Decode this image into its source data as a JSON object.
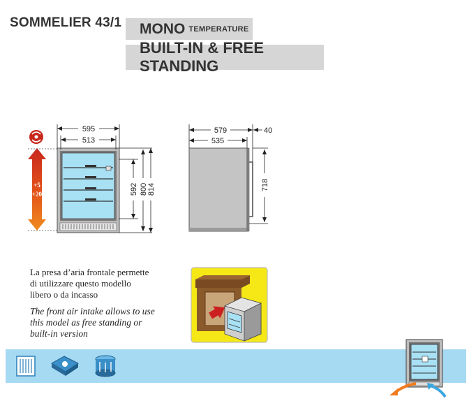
{
  "model": "SOMMELIER 43/1",
  "header": {
    "mono": "MONO",
    "temperature": "TEMPERATURE",
    "install": "BUILT-IN & FREE STANDING"
  },
  "front_view": {
    "width_outer": "595",
    "width_inner": "513",
    "height_1": "592",
    "height_2": "800",
    "height_3": "814",
    "temp_top": "+5",
    "temp_bottom": "+20"
  },
  "side_view": {
    "depth_total": "579",
    "depth_body": "535",
    "handle_depth": "40",
    "handle_height": "718"
  },
  "description": {
    "it_lines": [
      "La presa d’aria frontale permette",
      "di utilizzare questo modello",
      "libero o da incasso"
    ],
    "en_lines": [
      "The front air intake allows to use",
      "this model as free standing or",
      "built-in version"
    ]
  },
  "icons": [
    "front-grille-icon",
    "fan-icon",
    "cooling-drum-icon",
    "fridge-airflow-icon"
  ],
  "colors": {
    "header_bg": "#d6d6d6",
    "bar_bg": "#a6daf3",
    "glass": "#a8e0f4",
    "arrow_hot": "#c8281c",
    "arrow_cold": "#f08c1e",
    "inset_bg": "#f5e816",
    "intake_arrow": "#cc2020",
    "air_arrow": "#f07c1e",
    "air_arrow_blue": "#3aa6e0"
  }
}
